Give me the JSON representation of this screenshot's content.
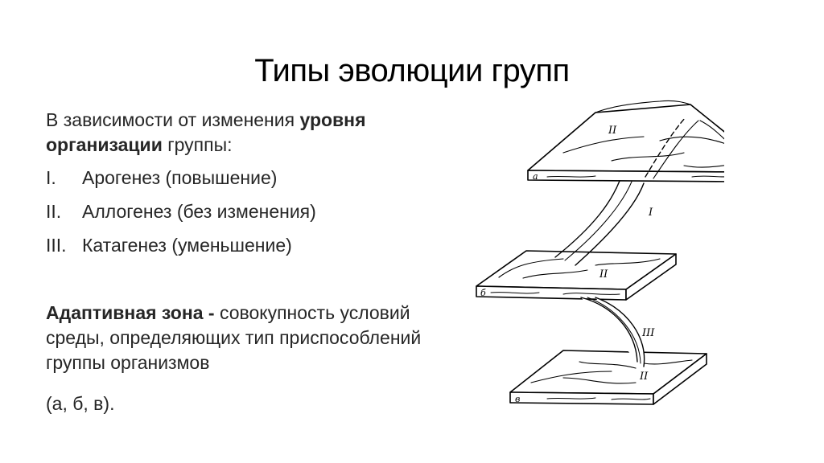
{
  "slide": {
    "title": "Типы эволюции групп",
    "intro": {
      "prefix": "В зависимости от изменения ",
      "bold": "уровня организации",
      "suffix": " группы:"
    },
    "list": [
      {
        "num": "I.",
        "text": "Арогенез (повышение)"
      },
      {
        "num": "II.",
        "text": "Аллогенез (без изменения)"
      },
      {
        "num": "III.",
        "text": "Катагенез (уменьшение)"
      }
    ],
    "definition": {
      "bold": "Адаптивная зона -",
      "text": " совокупность условий среды, определяющих тип приспособлений группы организмов"
    },
    "zones_note": "(а, б, в)."
  },
  "diagram": {
    "plate_labels": [
      "а",
      "б",
      "в"
    ],
    "level_labels": {
      "top_plate": "II",
      "upper_stem": "I",
      "middle_plate": "II",
      "lower_stem": "III",
      "bottom_plate": "II"
    }
  }
}
